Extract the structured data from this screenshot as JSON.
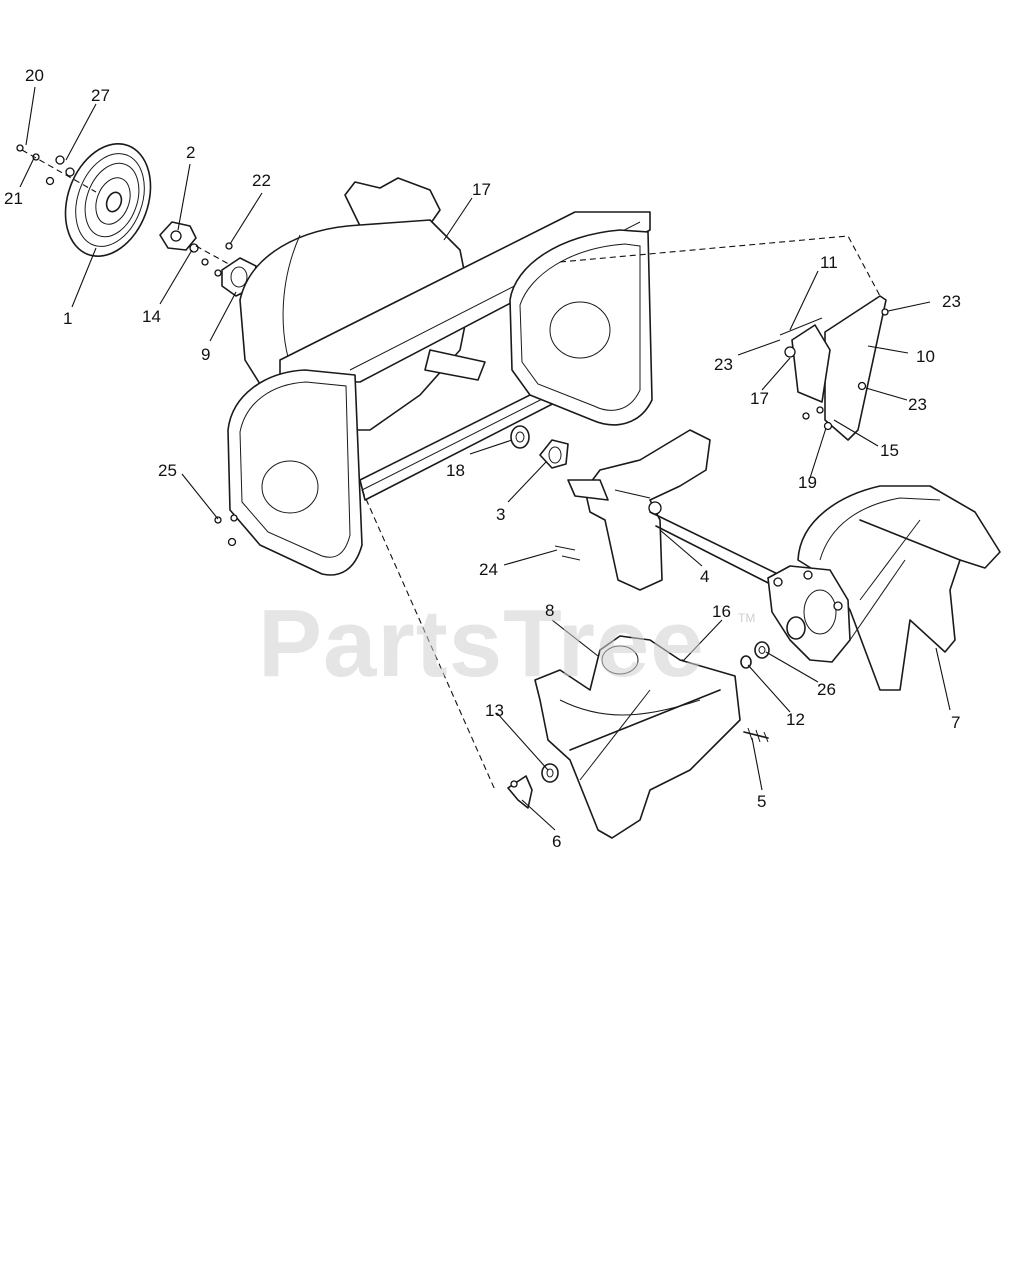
{
  "watermark": {
    "text": "PartsTree",
    "mark": "TM"
  },
  "callouts": [
    {
      "id": "c20",
      "label": "20"
    },
    {
      "id": "c27",
      "label": "27"
    },
    {
      "id": "c21",
      "label": "21"
    },
    {
      "id": "c1",
      "label": "1"
    },
    {
      "id": "c2",
      "label": "2"
    },
    {
      "id": "c14",
      "label": "14"
    },
    {
      "id": "c22",
      "label": "22"
    },
    {
      "id": "c9",
      "label": "9"
    },
    {
      "id": "c17a",
      "label": "17"
    },
    {
      "id": "c11",
      "label": "11"
    },
    {
      "id": "c23a",
      "label": "23"
    },
    {
      "id": "c23b",
      "label": "23"
    },
    {
      "id": "c10",
      "label": "10"
    },
    {
      "id": "c17b",
      "label": "17"
    },
    {
      "id": "c23c",
      "label": "23"
    },
    {
      "id": "c15",
      "label": "15"
    },
    {
      "id": "c19",
      "label": "19"
    },
    {
      "id": "c25",
      "label": "25"
    },
    {
      "id": "c18",
      "label": "18"
    },
    {
      "id": "c3",
      "label": "3"
    },
    {
      "id": "c4",
      "label": "4"
    },
    {
      "id": "c24",
      "label": "24"
    },
    {
      "id": "c8",
      "label": "8"
    },
    {
      "id": "c16",
      "label": "16"
    },
    {
      "id": "c26",
      "label": "26"
    },
    {
      "id": "c12",
      "label": "12"
    },
    {
      "id": "c7",
      "label": "7"
    },
    {
      "id": "c13",
      "label": "13"
    },
    {
      "id": "c5",
      "label": "5"
    },
    {
      "id": "c6",
      "label": "6"
    }
  ]
}
